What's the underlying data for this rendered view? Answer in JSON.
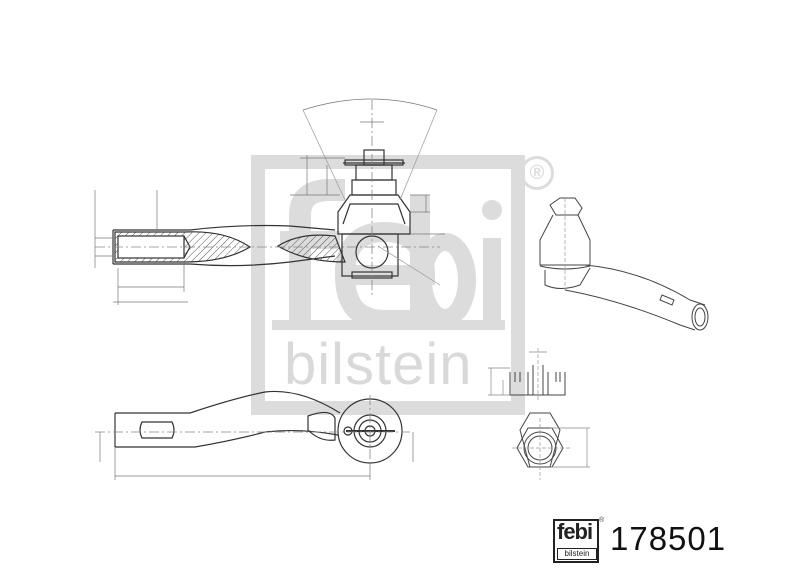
{
  "drawing": {
    "subject": "tie rod end technical drawing",
    "views": [
      {
        "name": "side-section-view",
        "description": "sectioned side view with threaded bore and ball joint"
      },
      {
        "name": "isometric-view",
        "description": "3D perspective of tie rod end"
      },
      {
        "name": "top-view",
        "description": "plan view with slot and ball stud"
      },
      {
        "name": "castle-nut-side-view",
        "description": "castellated nut side elevation"
      },
      {
        "name": "castle-nut-top-view",
        "description": "castellated nut hexagon view"
      }
    ],
    "colors": {
      "line": "#333333",
      "hatch": "#555555",
      "watermark": "#dcdcdc",
      "background": "#ffffff"
    }
  },
  "watermark": {
    "brand_mark": "febi",
    "brand_sub": "bilstein",
    "registered": "®"
  },
  "footer": {
    "logo_top": "febi",
    "logo_bottom": "bilstein",
    "logo_registered": "®",
    "part_number": "178501"
  }
}
